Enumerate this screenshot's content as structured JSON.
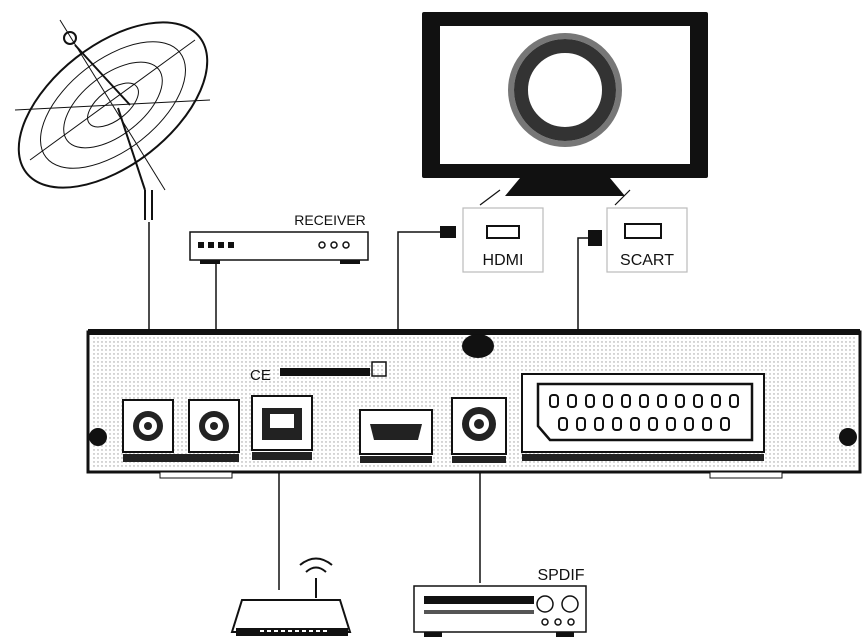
{
  "labels": {
    "receiver": "RECEIVER",
    "hdmi": "HDMI",
    "scart": "SCART",
    "spdif": "SPDIF",
    "ce_mark": "CE"
  },
  "icons": [
    "satellite-dish-icon",
    "tv-icon",
    "router-icon",
    "wifi-icon"
  ],
  "colors": {
    "line": "#111111",
    "panel": "#f2f2f2",
    "dots": "#9a9a9a"
  }
}
